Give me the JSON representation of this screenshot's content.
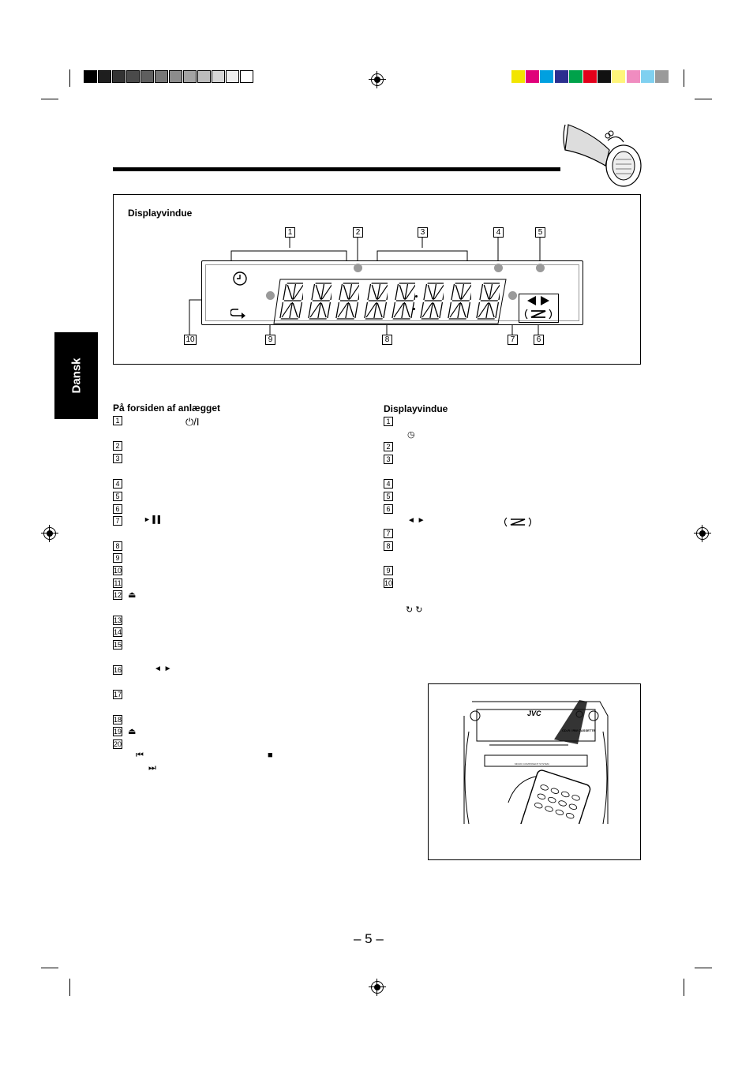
{
  "colors": {
    "gray_bar": [
      "#000000",
      "#1e1e1e",
      "#333333",
      "#4a4a4a",
      "#5f5f5f",
      "#777777",
      "#8c8c8c",
      "#a3a3a3",
      "#bcbcbc",
      "#d6d6d6",
      "#eeeeee",
      "#ffffff"
    ],
    "color_bar": [
      "#f2e500",
      "#e0007a",
      "#00a0e0",
      "#2b2f8f",
      "#00a24a",
      "#e2001a",
      "#111111",
      "#fff57a",
      "#f08cc0",
      "#7fd0f0",
      "#9a9a9a"
    ],
    "led": "#9a9a9a"
  },
  "side_tab": {
    "label": "Dansk"
  },
  "figure": {
    "title": "Displayvindue",
    "callouts_top": [
      "1",
      "2",
      "3",
      "4",
      "5"
    ],
    "callouts_bottom": [
      "10",
      "9",
      "8",
      "7",
      "6"
    ],
    "display_segments": 8,
    "icons": [
      "timer-icon",
      "repeat-icon",
      "play-direction-icon",
      "tape-reverse-icon"
    ]
  },
  "left_section": {
    "heading": "På forsiden af anlægget",
    "items": [
      "1",
      "2",
      "3",
      "4",
      "5",
      "6",
      "7",
      "8",
      "9",
      "10",
      "11",
      "12",
      "13",
      "14",
      "15",
      "16",
      "17",
      "18",
      "19",
      "20"
    ],
    "symbols": {
      "standby": "⏻/I",
      "play_pause": "► ▌▌",
      "eject": "⏏",
      "direction": "◄ ►",
      "prev": "⏮",
      "stop": "■",
      "next": "⏭"
    }
  },
  "right_section": {
    "heading": "Displayvindue",
    "items": [
      "1",
      "2",
      "3",
      "4",
      "5",
      "6",
      "7",
      "8",
      "9",
      "10"
    ],
    "symbols": {
      "timer": "◷",
      "direction": "◄ ►",
      "repeat": "↻ ↻"
    }
  },
  "remote_figure": {
    "brand": "JVC",
    "panel_text": "MICRO COMPONENT SYSTEM",
    "cd_label": "CD-R / RW",
    "tape_label": "CASSETTE"
  },
  "page_number": "– 5 –"
}
